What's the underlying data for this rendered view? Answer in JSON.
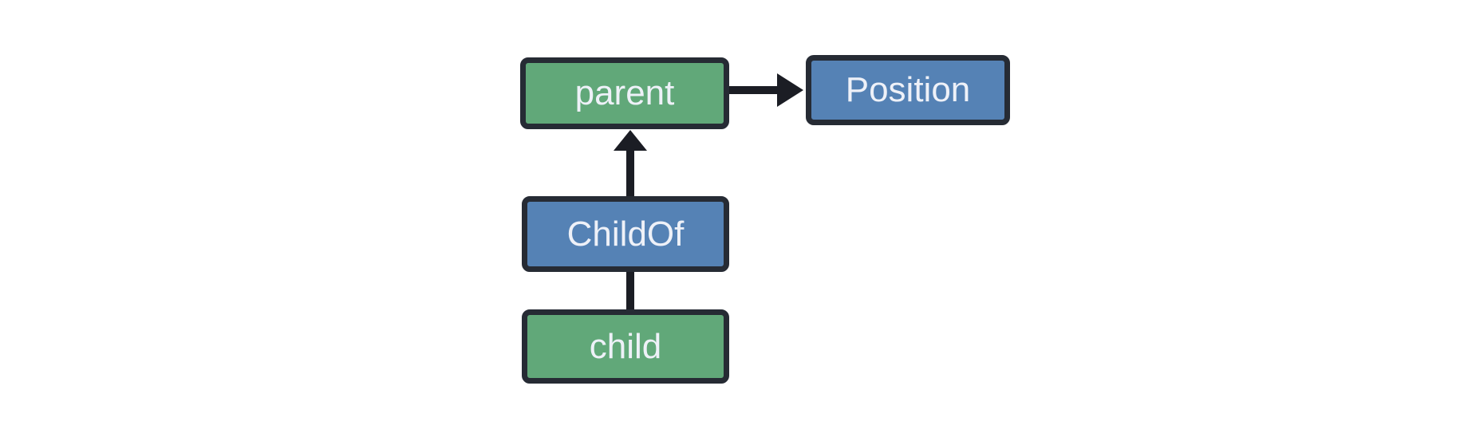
{
  "diagram": {
    "nodes": {
      "parent": {
        "label": "parent",
        "fill": "#61a879"
      },
      "position": {
        "label": "Position",
        "fill": "#5582b5"
      },
      "childof": {
        "label": "ChildOf",
        "fill": "#5582b5"
      },
      "child": {
        "label": "child",
        "fill": "#61a879"
      }
    },
    "edges": [
      {
        "from": "parent",
        "to": "Position",
        "style": "arrow",
        "direction": "right"
      },
      {
        "from": "ChildOf",
        "to": "parent",
        "style": "arrow",
        "direction": "up"
      },
      {
        "from": "child",
        "to": "ChildOf",
        "style": "line",
        "direction": "up"
      }
    ],
    "colors": {
      "background": "#ffffff",
      "node-border": "#262b34",
      "arrow": "#1b1d24",
      "node-text": "#eef1f8",
      "green": "#61a879",
      "blue": "#5582b5"
    }
  }
}
